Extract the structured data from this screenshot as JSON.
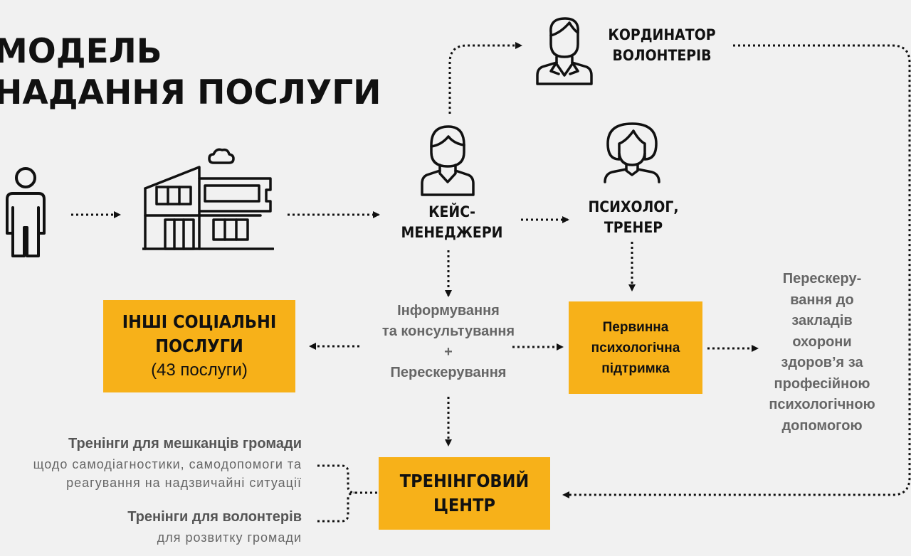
{
  "title": {
    "line1": "МОДЕЛЬ",
    "line2": "НАДАННЯ ПОСЛУГИ"
  },
  "roles": {
    "coordinator": {
      "line1": "КОРДИНАТОР",
      "line2": "ВОЛОНТЕРІВ"
    },
    "case_managers": {
      "line1": "КЕЙС-",
      "line2": "МЕНЕДЖЕРИ"
    },
    "psychologist": {
      "line1": "ПСИХОЛОГ,",
      "line2": "ТРЕНЕР"
    }
  },
  "boxes": {
    "other_services": {
      "line1": "ІНШІ СОЦІАЛЬНІ",
      "line2": "ПОСЛУГИ",
      "line3": "(43 послуги)"
    },
    "primary_support": {
      "line1": "Первинна",
      "line2": "психологічна",
      "line3": "підтримка"
    },
    "training_center": {
      "line1": "ТРЕНІНГОВИЙ",
      "line2": "ЦЕНТР"
    }
  },
  "informing": {
    "line1": "Інформування",
    "line2": "та консультування",
    "line3": "+",
    "line4": "Перескерування"
  },
  "redirect": {
    "line1": "Перескеру-",
    "line2": "вання до",
    "line3": "закладів",
    "line4": "охорони",
    "line5": "здоров’я за",
    "line6": "професійною",
    "line7": "психологічною",
    "line8": "допомогою"
  },
  "trainings": {
    "residents_title": "Тренінги для мешканців громади",
    "residents_sub1": "щодо самодіагностики, самодопомоги та",
    "residents_sub2": "реагування на надзвичайні ситуації",
    "volunteers_title": "Тренінги для волонтерів",
    "volunteers_sub": "для розвитку громади"
  },
  "colors": {
    "accent": "#f7b119",
    "line": "#111111",
    "muted": "#666666"
  }
}
